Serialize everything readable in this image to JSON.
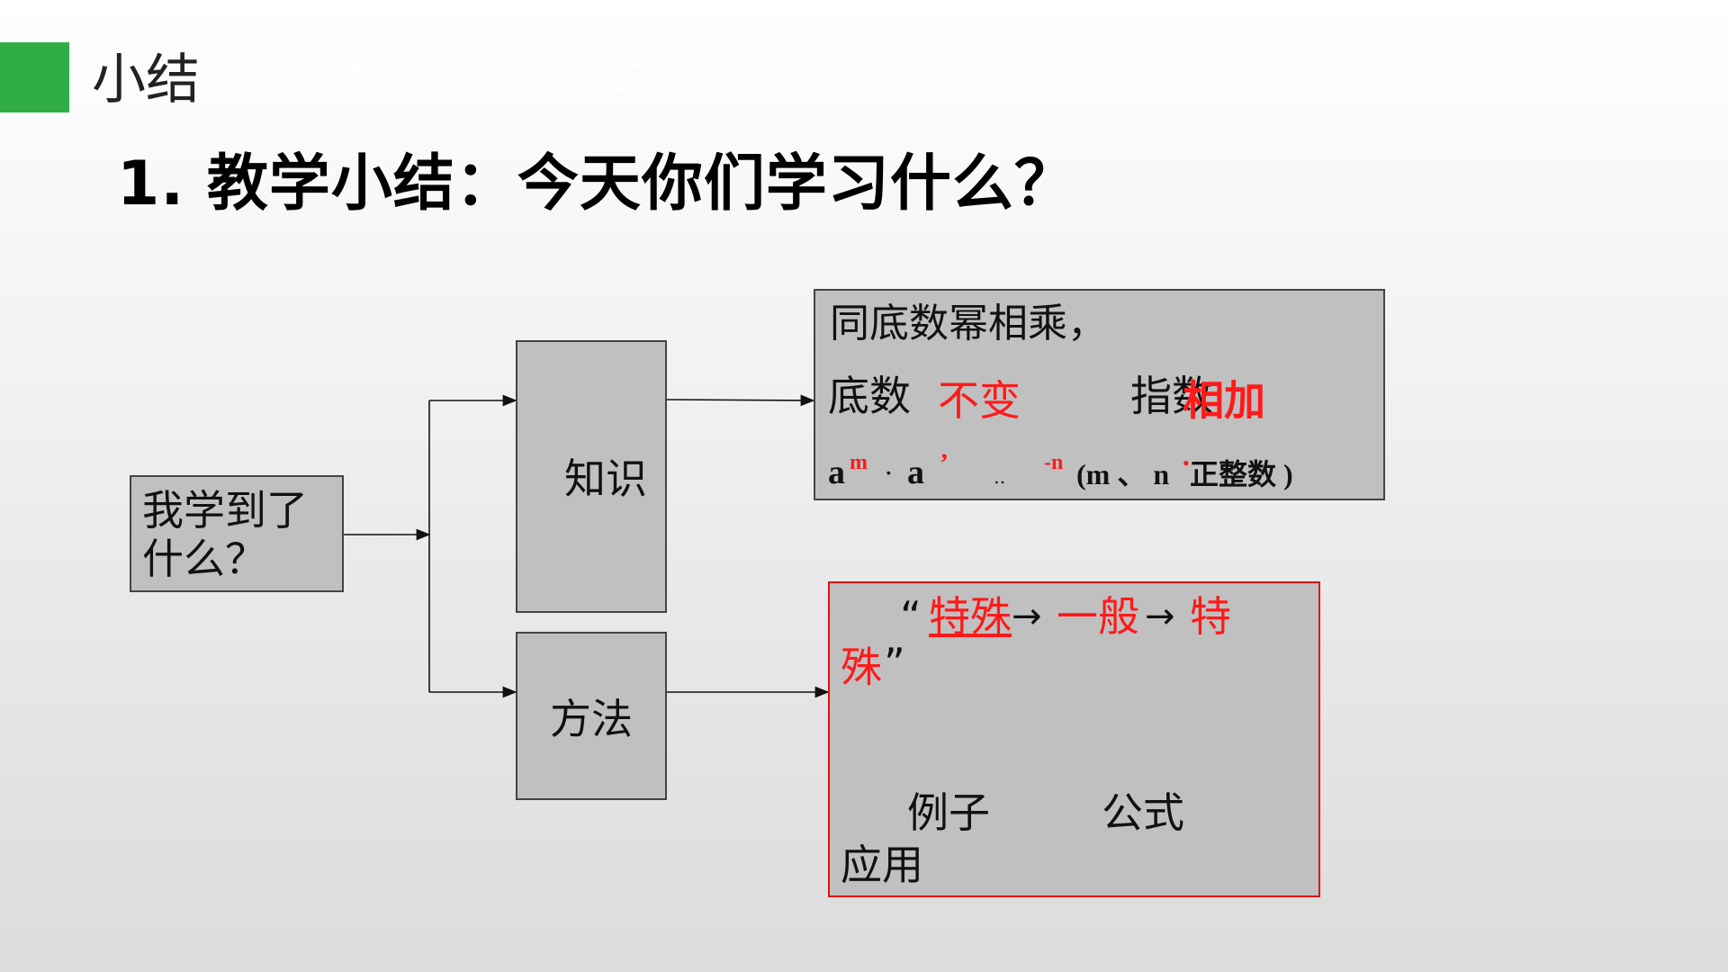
{
  "header": {
    "section_title": "小结",
    "watermark": "【课堂小结】",
    "heading": "1. 教学小结：今天你们学习什么？"
  },
  "diagram": {
    "root": {
      "line1": "我学到了",
      "line2": "什么？"
    },
    "knowledge": "知识",
    "method": "方法",
    "knowledge_box": {
      "line1": "同底数幂相乘，",
      "base_label": "底数",
      "base_value": "不变",
      "exp_label": "指数",
      "exp_value": "相加",
      "formula": {
        "a1": "a",
        "sup_m": "m",
        "dot": "·",
        "a2": "a",
        "comma": "’",
        "mark": "‥",
        "sup_n": "-n",
        "cond_open": "(m 、 n",
        "red_dot": "•",
        "cond_close": "正整数 )"
      }
    },
    "method_box": {
      "open_quote": "“",
      "w1": "特殊",
      "arrow1": "→",
      "w2": "一般",
      "arrow2": "→",
      "w3": "特",
      "w3b": "殊",
      "close_quote": "”",
      "example": "例子",
      "formula": "公式",
      "application": "应用"
    }
  },
  "colors": {
    "accent_green": "#2fad44",
    "highlight_red": "#ff1a1a",
    "box_gray": "#c0c0c0"
  }
}
